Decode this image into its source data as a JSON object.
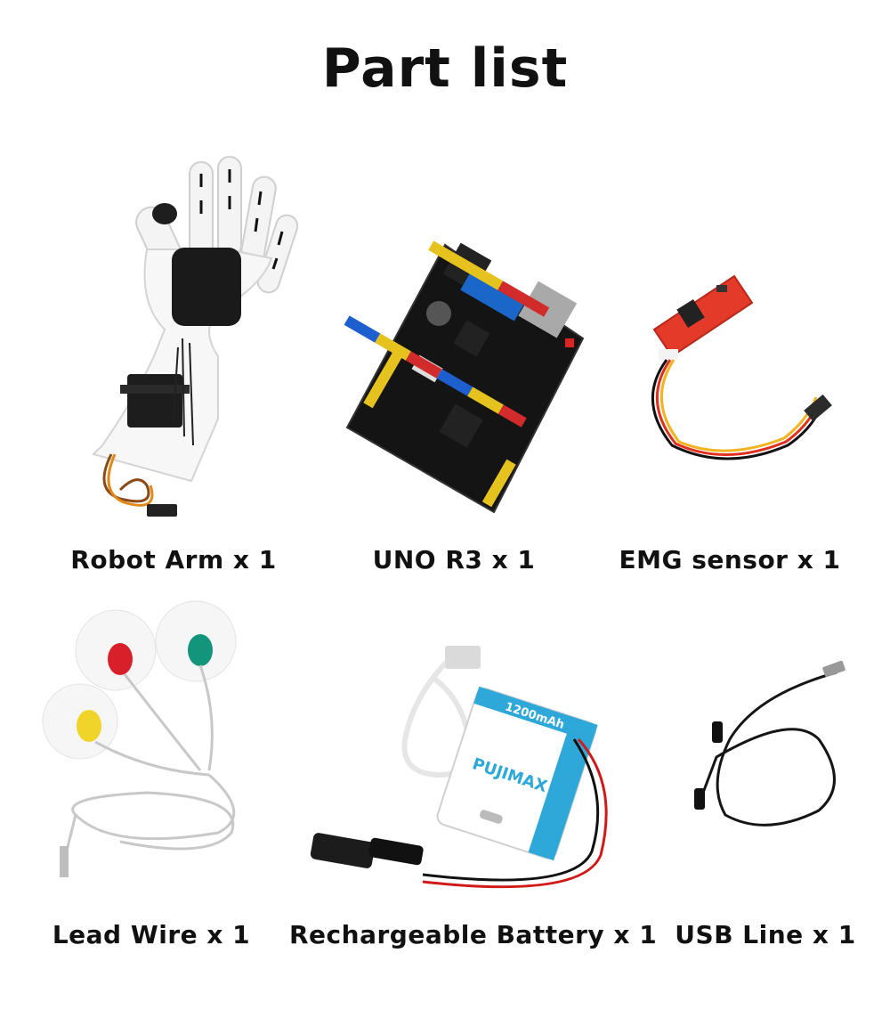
{
  "title": "Part list",
  "parts": [
    {
      "label": "Robot Arm x 1",
      "icon": "robot-arm-image"
    },
    {
      "label": "UNO R3 x 1",
      "icon": "uno-r3-board-image"
    },
    {
      "label": "EMG sensor x 1",
      "icon": "emg-sensor-image"
    },
    {
      "label": "Lead Wire x 1",
      "icon": "lead-wire-image"
    },
    {
      "label": "Rechargeable Battery x 1",
      "icon": "battery-image"
    },
    {
      "label": "USB Line x 1",
      "icon": "usb-line-image"
    }
  ],
  "battery_print": {
    "capacity": "1200mAh",
    "brand": "PUJIMAX"
  }
}
